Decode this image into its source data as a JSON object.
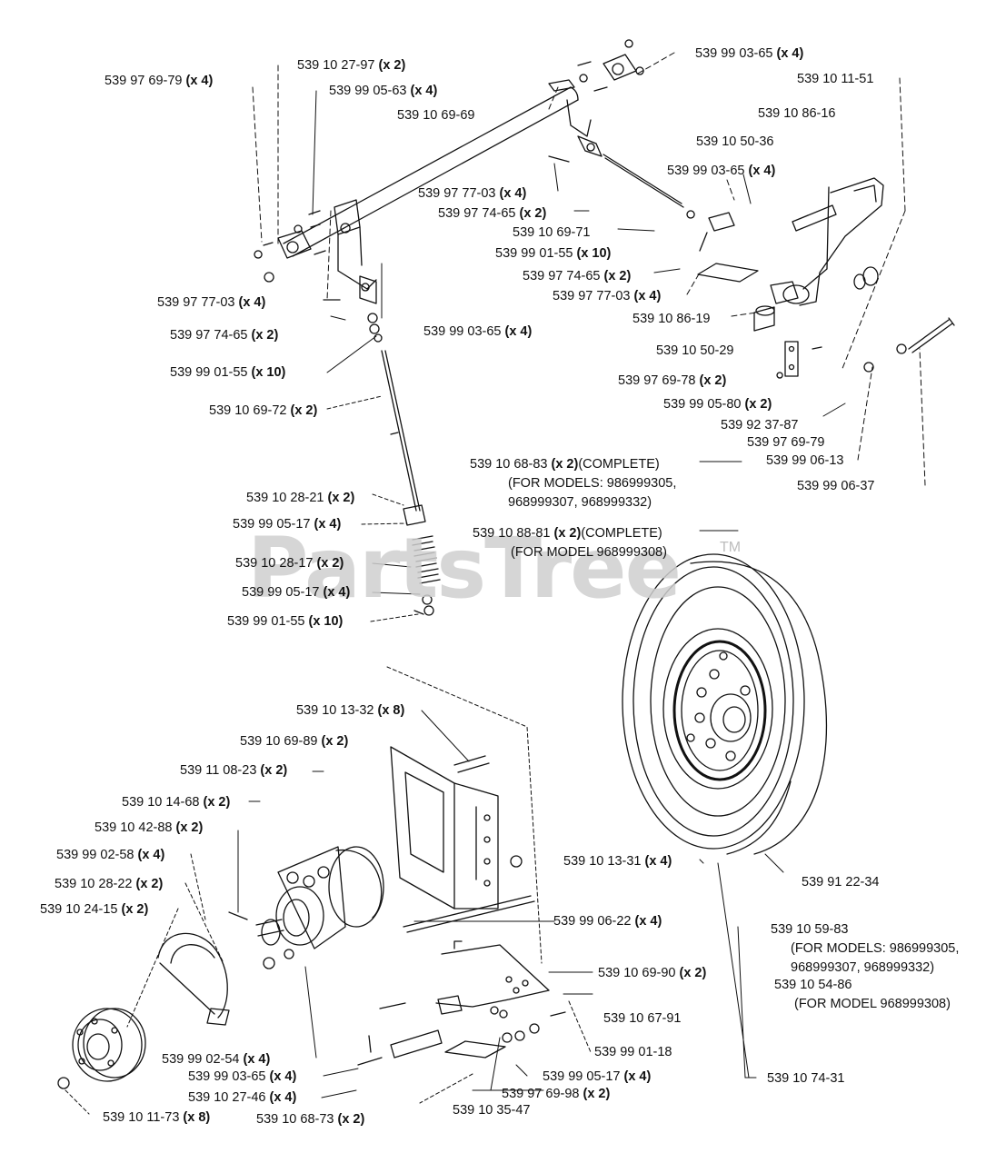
{
  "watermark": {
    "text": "PartsTree",
    "mark": "TM"
  },
  "labels": [
    {
      "id": "l1",
      "pn": "539 97 69-79",
      "qty": "(x 4)"
    },
    {
      "id": "l2",
      "pn": "539 10 27-97",
      "qty": "(x 2)"
    },
    {
      "id": "l3",
      "pn": "539 99 05-63",
      "qty": "(x 4)"
    },
    {
      "id": "l4",
      "pn": "539 10 69-69",
      "qty": ""
    },
    {
      "id": "l5",
      "pn": "539 99 03-65",
      "qty": "(x 4)"
    },
    {
      "id": "l6",
      "pn": "539 10 11-51",
      "qty": ""
    },
    {
      "id": "l7",
      "pn": "539 10 86-16",
      "qty": ""
    },
    {
      "id": "l8",
      "pn": "539 10 50-36",
      "qty": ""
    },
    {
      "id": "l9",
      "pn": "539 99 03-65",
      "qty": "(x 4)"
    },
    {
      "id": "l10",
      "pn": "539 97 77-03",
      "qty": "(x 4)"
    },
    {
      "id": "l11",
      "pn": "539 97 74-65",
      "qty": "(x 2)"
    },
    {
      "id": "l12",
      "pn": "539 10 69-71",
      "qty": ""
    },
    {
      "id": "l13",
      "pn": "539 99 01-55",
      "qty": "(x 10)"
    },
    {
      "id": "l14",
      "pn": "539 97 74-65",
      "qty": "(x 2)"
    },
    {
      "id": "l15",
      "pn": "539 97 77-03",
      "qty": "(x 4)"
    },
    {
      "id": "l16",
      "pn": "539 10 86-19",
      "qty": ""
    },
    {
      "id": "l17",
      "pn": "539 97 77-03",
      "qty": "(x 4)"
    },
    {
      "id": "l18",
      "pn": "539 97 74-65",
      "qty": "(x 2)"
    },
    {
      "id": "l19",
      "pn": "539 99 03-65",
      "qty": "(x 4)"
    },
    {
      "id": "l20",
      "pn": "539 99 01-55",
      "qty": "(x 10)"
    },
    {
      "id": "l21",
      "pn": "539 10 50-29",
      "qty": ""
    },
    {
      "id": "l22",
      "pn": "539 97 69-78",
      "qty": "(x 2)"
    },
    {
      "id": "l23",
      "pn": "539 99 05-80",
      "qty": "(x 2)"
    },
    {
      "id": "l24",
      "pn": "539 10 69-72",
      "qty": "(x 2)"
    },
    {
      "id": "l25",
      "pn": "539 92 37-87",
      "qty": ""
    },
    {
      "id": "l26",
      "pn": "539 97 69-79",
      "qty": ""
    },
    {
      "id": "l27",
      "pn": "539 99 06-13",
      "qty": ""
    },
    {
      "id": "l28",
      "pn": "539 99 06-37",
      "qty": ""
    },
    {
      "id": "l29",
      "pn": "539 10 28-21",
      "qty": "(x 2)"
    },
    {
      "id": "l30",
      "pn": "539 99 05-17",
      "qty": "(x 4)"
    },
    {
      "id": "l31",
      "pn": "539 10 28-17",
      "qty": "(x 2)"
    },
    {
      "id": "l32",
      "pn": "539 99 05-17",
      "qty": "(x 4)"
    },
    {
      "id": "l33",
      "pn": "539 99 01-55",
      "qty": "(x 10)"
    },
    {
      "id": "l34",
      "pn": "539 10 13-32",
      "qty": "(x 8)"
    },
    {
      "id": "l35",
      "pn": "539 10 69-89",
      "qty": "(x 2)"
    },
    {
      "id": "l36",
      "pn": "539 11 08-23",
      "qty": "(x 2)"
    },
    {
      "id": "l37",
      "pn": "539 10 14-68",
      "qty": "(x 2)"
    },
    {
      "id": "l38",
      "pn": "539 10 42-88",
      "qty": "(x 2)"
    },
    {
      "id": "l39",
      "pn": "539 99 02-58",
      "qty": "(x 4)"
    },
    {
      "id": "l40",
      "pn": "539 10 28-22",
      "qty": "(x 2)"
    },
    {
      "id": "l41",
      "pn": "539 10 24-15",
      "qty": "(x 2)"
    },
    {
      "id": "l42",
      "pn": "539 10 13-31",
      "qty": "(x 4)"
    },
    {
      "id": "l43",
      "pn": "539 91 22-34",
      "qty": ""
    },
    {
      "id": "l44",
      "pn": "539 99 06-22",
      "qty": "(x 4)"
    },
    {
      "id": "l45",
      "pn": "539 10 69-90",
      "qty": "(x 2)"
    },
    {
      "id": "l46",
      "pn": "539 10 67-91",
      "qty": ""
    },
    {
      "id": "l47",
      "pn": "539 99 01-18",
      "qty": ""
    },
    {
      "id": "l48",
      "pn": "539 99 02-54",
      "qty": "(x 4)"
    },
    {
      "id": "l49",
      "pn": "539 99 03-65",
      "qty": "(x 4)"
    },
    {
      "id": "l50",
      "pn": "539 99 05-17",
      "qty": "(x 4)"
    },
    {
      "id": "l51",
      "pn": "539 10 27-46",
      "qty": "(x 4)"
    },
    {
      "id": "l52",
      "pn": "539 97 69-98",
      "qty": "(x 2)"
    },
    {
      "id": "l53",
      "pn": "539 10 11-73",
      "qty": "(x 8)"
    },
    {
      "id": "l54",
      "pn": "539 10 68-73",
      "qty": "(x 2)"
    },
    {
      "id": "l55",
      "pn": "539 10 35-47",
      "qty": ""
    },
    {
      "id": "l56",
      "pn": "539 10 74-31",
      "qty": ""
    }
  ],
  "assemblies": [
    {
      "id": "a1",
      "pn": "539 10 68-83",
      "qty": "(x 2)",
      "suffix": "(COMPLETE)",
      "note1": "(FOR MODELS: 986999305,",
      "note2": "968999307, 968999332)"
    },
    {
      "id": "a2",
      "pn": "539 10 88-81",
      "qty": "(x 2)",
      "suffix": "(COMPLETE)",
      "note1": "(FOR MODEL 968999308)",
      "note2": ""
    },
    {
      "id": "a3",
      "pn": "539 10 59-83",
      "qty": "",
      "suffix": "",
      "note1": "(FOR MODELS: 986999305,",
      "note2": "968999307, 968999332)"
    },
    {
      "id": "a4",
      "pn": "539 10 54-86",
      "qty": "",
      "suffix": "",
      "note1": "(FOR MODEL 968999308)",
      "note2": ""
    }
  ]
}
